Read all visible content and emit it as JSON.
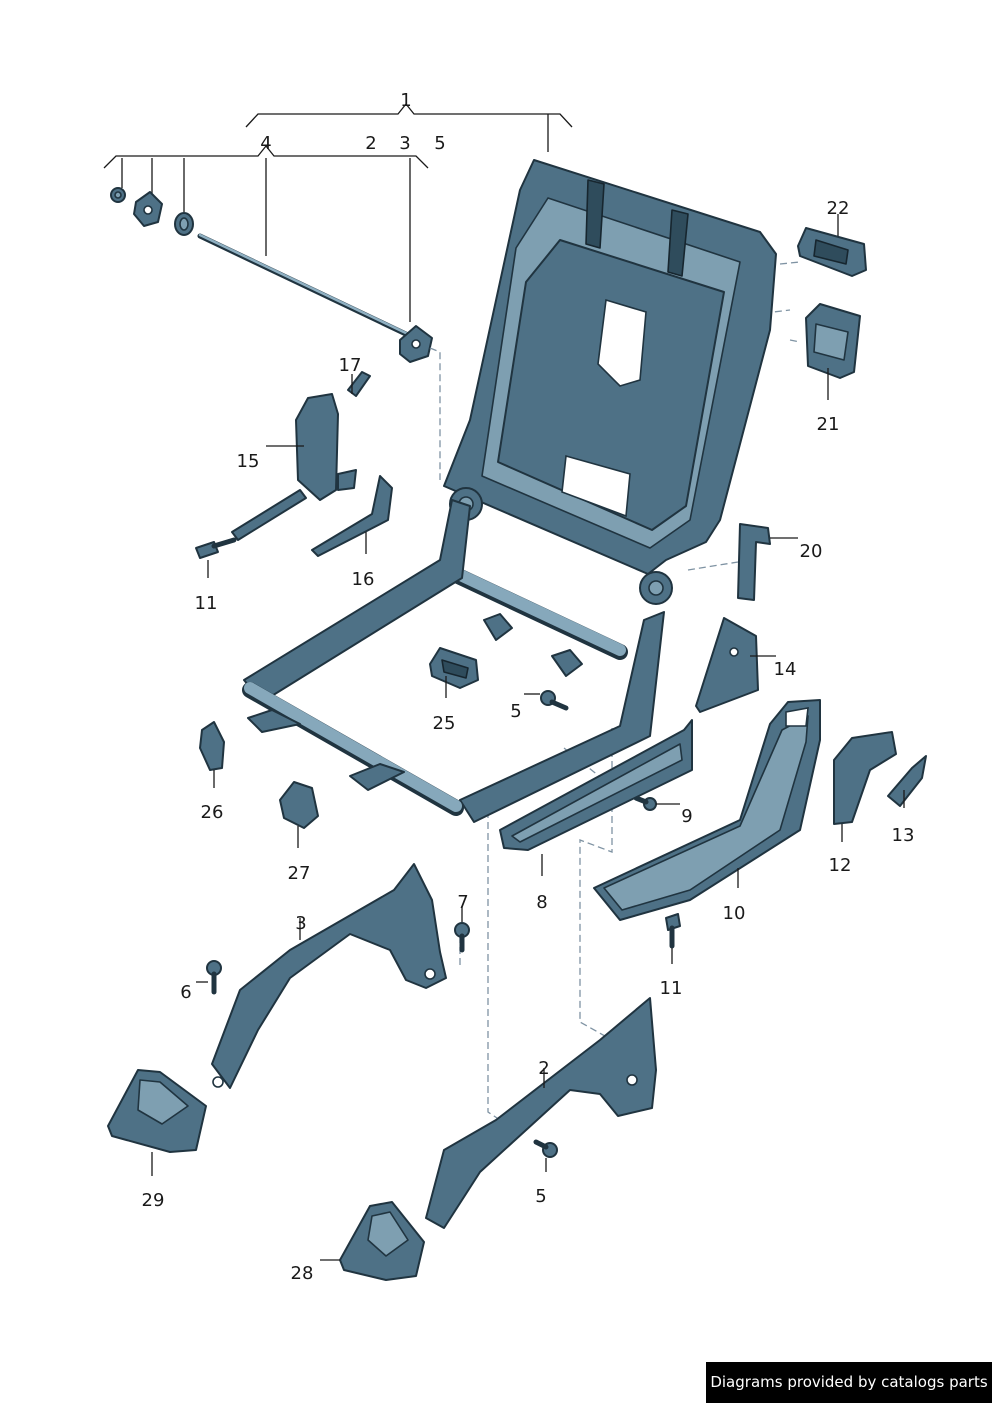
{
  "callouts": {
    "c1": "1",
    "c2_top": "2",
    "c3_top": "3",
    "c4": "4",
    "c5_top": "5",
    "c17": "17",
    "c15": "15",
    "c11_left": "11",
    "c16": "16",
    "c22": "22",
    "c21": "21",
    "c20": "20",
    "c14": "14",
    "c25": "25",
    "c5_mid": "5",
    "c26": "26",
    "c27": "27",
    "c9": "9",
    "c8": "8",
    "c10": "10",
    "c12": "12",
    "c13": "13",
    "c3_low": "3",
    "c7": "7",
    "c6": "6",
    "c11_right": "11",
    "c2_low": "2",
    "c5_low": "5",
    "c29": "29",
    "c28": "28"
  },
  "footer": {
    "text": "Diagrams provided by catalogs parts"
  },
  "colors": {
    "part": "#4e7186",
    "outline": "#203440",
    "highlight": "#7e9fb1",
    "leader": "#1a1a1a",
    "dash": "#7f93a3"
  }
}
